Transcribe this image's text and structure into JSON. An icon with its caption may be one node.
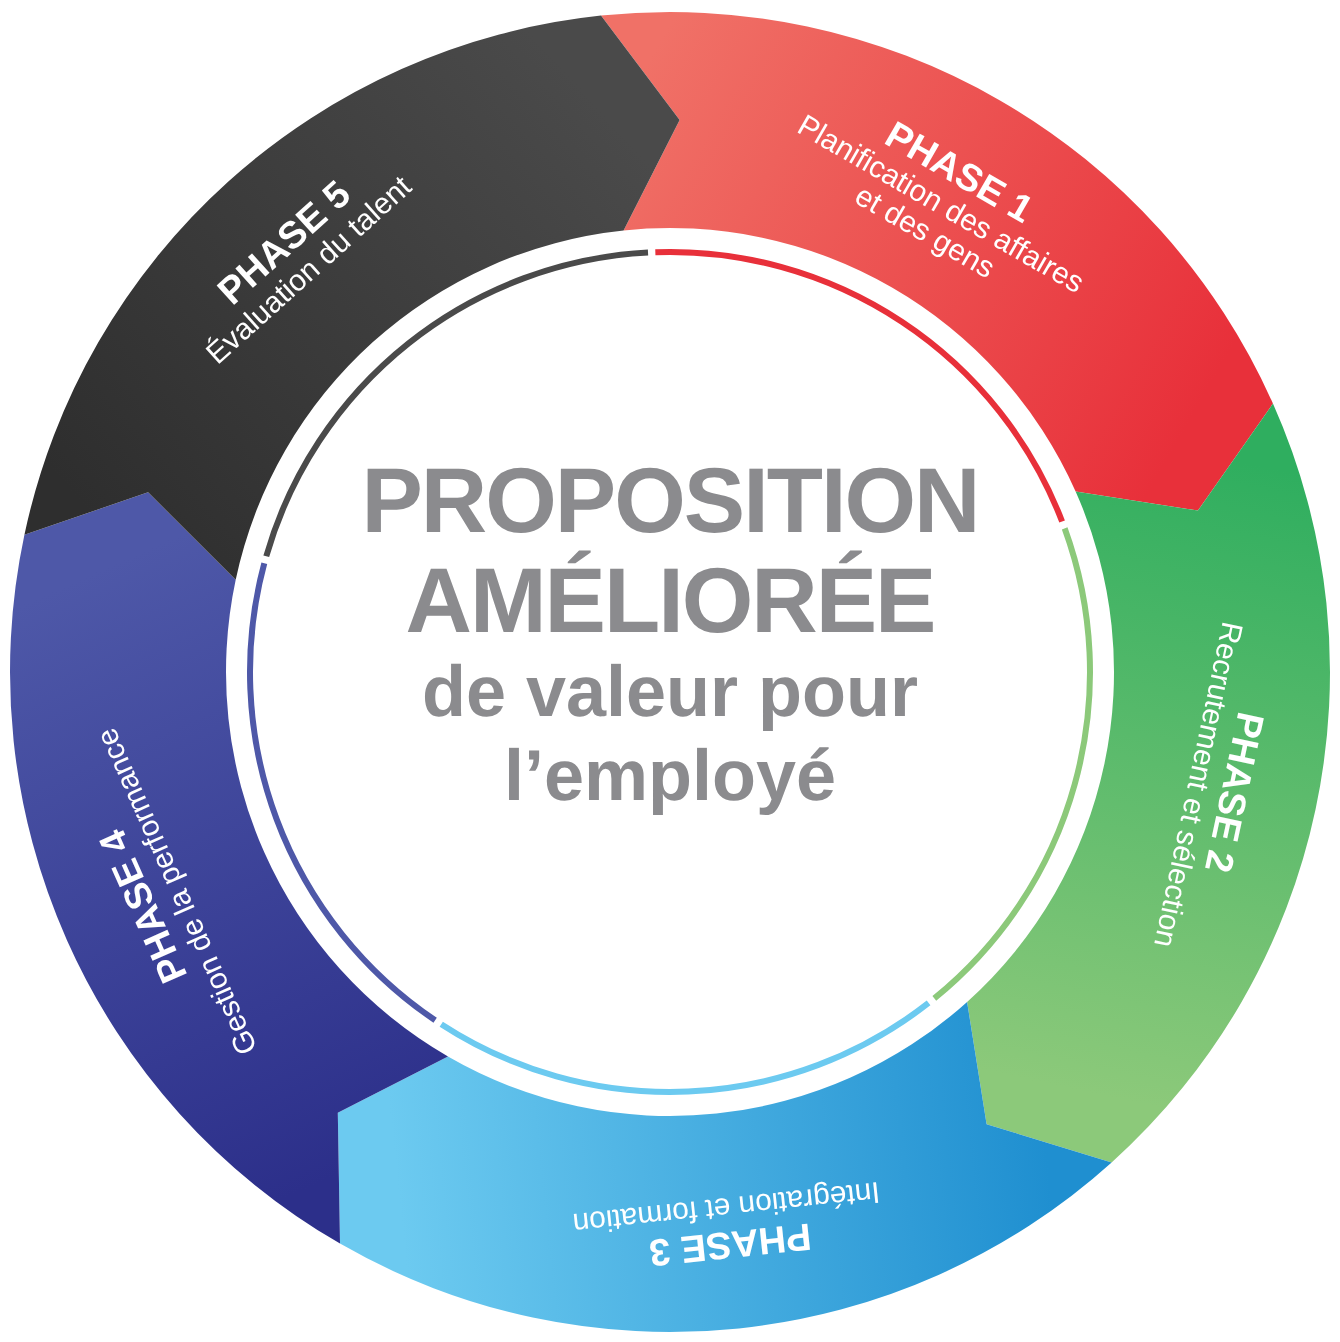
{
  "diagram": {
    "nodes": [
      {
        "text": [
          "PHASE 1",
          "Planification des affaires et des gens"
        ]
      },
      {
        "text": [
          "PHASE 2",
          "Recrutement et sélection"
        ]
      },
      {
        "text": [
          "PHASE 3",
          "Intégration et formation"
        ]
      },
      {
        "text": [
          "PHASE 4",
          "Gestion de la performance"
        ]
      },
      {
        "text": [
          "PHASE 5",
          "Évaluation du talent"
        ]
      }
    ],
    "labels": [
      "PROPOSITION AMÉLIORÉE",
      "de valeur pour l’employé"
    ]
  }
}
